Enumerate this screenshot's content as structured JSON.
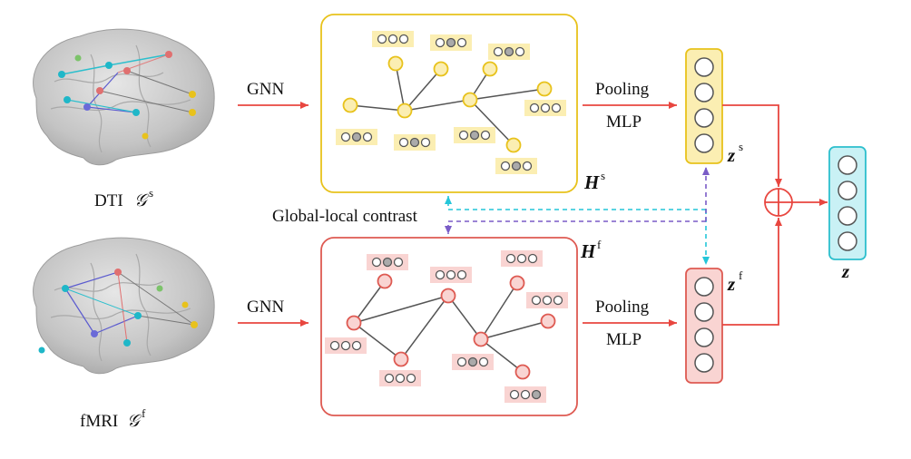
{
  "inputs": {
    "dti": {
      "name": "DTI",
      "graph_symbol": "𝒢",
      "graph_sup": "s"
    },
    "fmri": {
      "name": "fMRI",
      "graph_symbol": "𝒢",
      "graph_sup": "f"
    }
  },
  "encoder_label": "GNN",
  "readout": {
    "pooling": "Pooling",
    "mlp": "MLP"
  },
  "node_embeddings": {
    "struct": {
      "base": "H",
      "sup": "s"
    },
    "func": {
      "base": "H",
      "sup": "f"
    }
  },
  "graph_embeddings": {
    "struct": {
      "base": "z",
      "sup": "s"
    },
    "func": {
      "base": "z",
      "sup": "f"
    }
  },
  "fused_embedding": {
    "base": "z"
  },
  "contrast_label": "Global-local contrast",
  "colors": {
    "struct_fill": "#fbeeb2",
    "struct_stroke": "#e8c21c",
    "func_fill": "#f9d4d2",
    "func_stroke": "#de5a52",
    "fused_fill": "#c9f1f5",
    "fused_stroke": "#2cbfcd",
    "arrow": "#e8463f",
    "dash_cyan": "#24c6d9",
    "dash_purple": "#7a5cc7",
    "brain": "#c9c9c9"
  }
}
